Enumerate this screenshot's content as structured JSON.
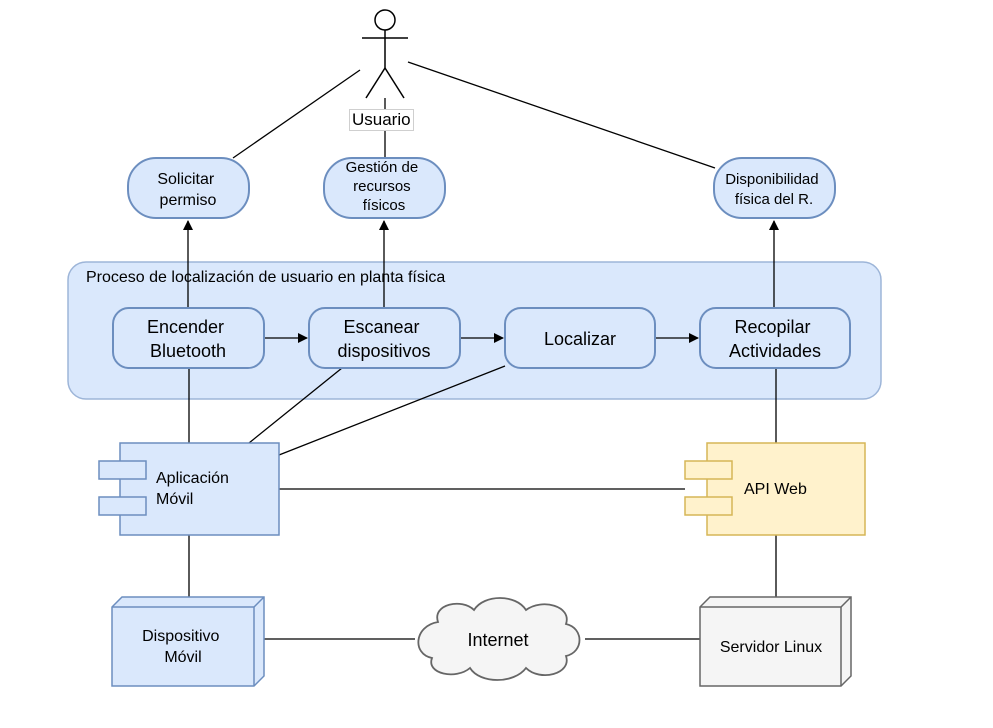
{
  "diagram": {
    "actor": {
      "label": "Usuario"
    },
    "use_cases": {
      "solicitar": {
        "line1": "Solicitar",
        "line2": "permiso"
      },
      "gestion": {
        "line1": "Gestión de",
        "line2": "recursos",
        "line3": "físicos"
      },
      "disponibilidad": {
        "line1": "Disponibilidad",
        "line2": "física del R."
      }
    },
    "process": {
      "title": "Proceso de localización de usuario en planta física",
      "steps": {
        "encender": {
          "line1": "Encender",
          "line2": "Bluetooth"
        },
        "escanear": {
          "line1": "Escanear",
          "line2": "dispositivos"
        },
        "localizar": {
          "line1": "Localizar"
        },
        "recopilar": {
          "line1": "Recopilar",
          "line2": "Actividades"
        }
      }
    },
    "components": {
      "app": {
        "line1": "Aplicación",
        "line2": "Móvil"
      },
      "api": {
        "line1": "API Web"
      }
    },
    "nodes": {
      "device": {
        "line1": "Dispositivo",
        "line2": "Móvil"
      },
      "server": {
        "line1": "Servidor Linux"
      }
    },
    "cloud": {
      "label": "Internet"
    }
  },
  "colors": {
    "blue_fill": "#dae8fc",
    "blue_stroke": "#6c8ebf",
    "yellow_fill": "#fff2cc",
    "yellow_stroke": "#d6b656",
    "gray_fill": "#f5f5f5",
    "gray_stroke": "#666666",
    "line": "#000000"
  }
}
